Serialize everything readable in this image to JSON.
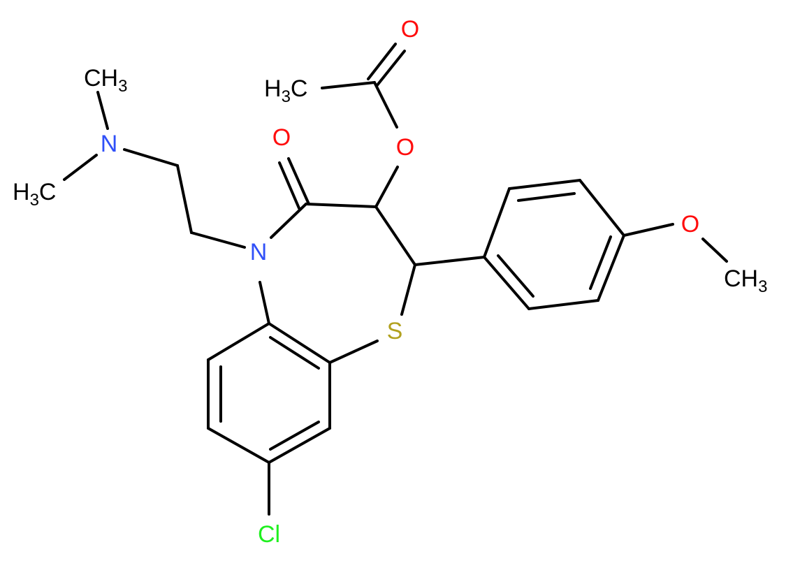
{
  "colors": {
    "bond": "#000000",
    "oxygen": "#ff0d0d",
    "nitrogen": "#3050f8",
    "sulfur": "#b2a11f",
    "chlorine": "#1ff01f",
    "carbon": "#000000"
  },
  "atoms": {
    "O_carbonyl_ester": "O",
    "O_ester": "O",
    "O_lactam": "O",
    "O_methoxy": "O",
    "N_amine": "N",
    "N_ring": "N",
    "S_ring": "S",
    "Cl": "Cl",
    "H3C_acetyl": {
      "pre": "H",
      "sub": "3",
      "post": "C"
    },
    "CH3_amine_top": {
      "pre": "CH",
      "sub": "3"
    },
    "H3C_amine_left": {
      "pre": "H",
      "sub": "3",
      "post": "C"
    },
    "CH3_methoxy": {
      "pre": "CH",
      "sub": "3"
    }
  }
}
